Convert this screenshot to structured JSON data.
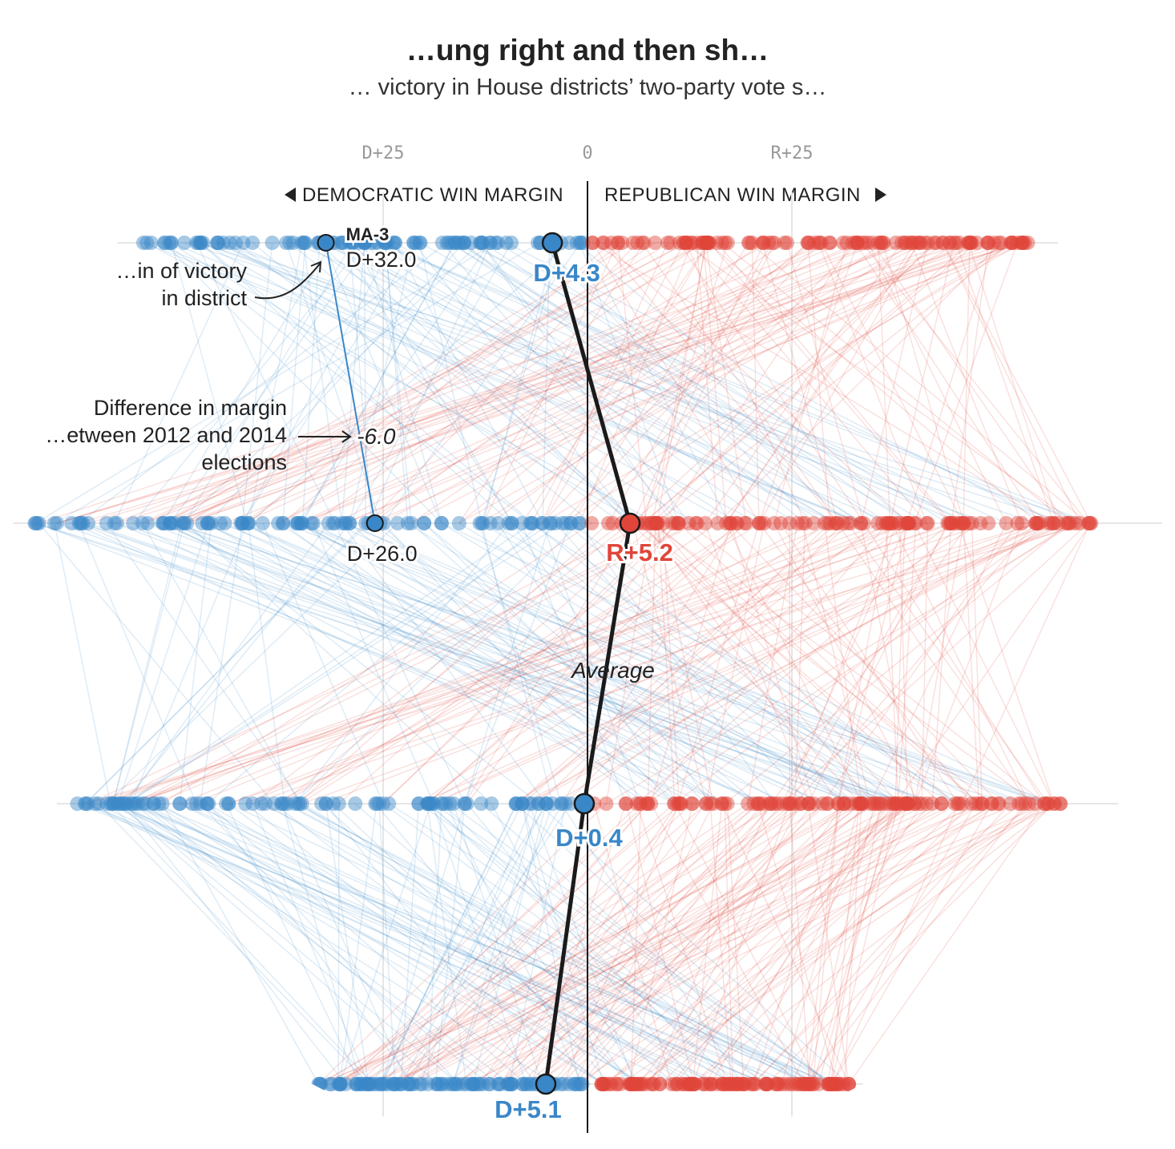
{
  "title_fragment": "…ung right and then sh…",
  "subtitle_fragment": "… victory in House districts’ two-party vote s…",
  "axis": {
    "ticks": [
      {
        "label": "D+25",
        "value": -25
      },
      {
        "label": "0",
        "value": 0
      },
      {
        "label": "R+25",
        "value": 25
      }
    ],
    "dem_label": "DEMOCRATIC WIN MARGIN",
    "rep_label": "REPUBLICAN WIN MARGIN"
  },
  "colors": {
    "democratic": "#3a87c8",
    "republican": "#e0453a",
    "average_line": "#1a1a1a",
    "zero_line": "#1a1a1a",
    "grid": "#e6e6e6"
  },
  "annotations": {
    "district": "MA-3",
    "district_start": "D+32.0",
    "district_end": "D+26.0",
    "difference_value": "-6.0",
    "margin_note_line1": "…in of victory",
    "margin_note_line2": "in district",
    "diff_note_line1": "Difference in margin",
    "diff_note_line2": "…etween 2012 and 2014",
    "diff_note_line3": "elections",
    "average": "Average"
  },
  "chart_data": {
    "type": "scatter",
    "title": "",
    "xlabel": "",
    "ylabel": "",
    "xlim": [
      -68,
      68
    ],
    "grid": true,
    "legend": "none",
    "series": [
      {
        "rows": [
          {
            "average": -4.3,
            "average_label": "D+4.3"
          },
          {
            "average": 5.2,
            "average_label": "R+5.2"
          },
          {
            "average": -0.4,
            "average_label": "D+0.4"
          },
          {
            "average": -5.1,
            "average_label": "D+5.1"
          }
        ],
        "dem_range": [
          [
            -55,
            -0.5
          ],
          [
            -68,
            -0.5
          ],
          [
            -63,
            -0.5
          ],
          [
            -33,
            -0.5
          ]
        ],
        "rep_range": [
          [
            0.5,
            54
          ],
          [
            0.5,
            62
          ],
          [
            0.5,
            58
          ],
          [
            0.5,
            32
          ]
        ]
      }
    ],
    "highlight": {
      "district": "MA-3",
      "values": [
        -32.0,
        -26.0
      ],
      "difference": -6.0
    }
  }
}
